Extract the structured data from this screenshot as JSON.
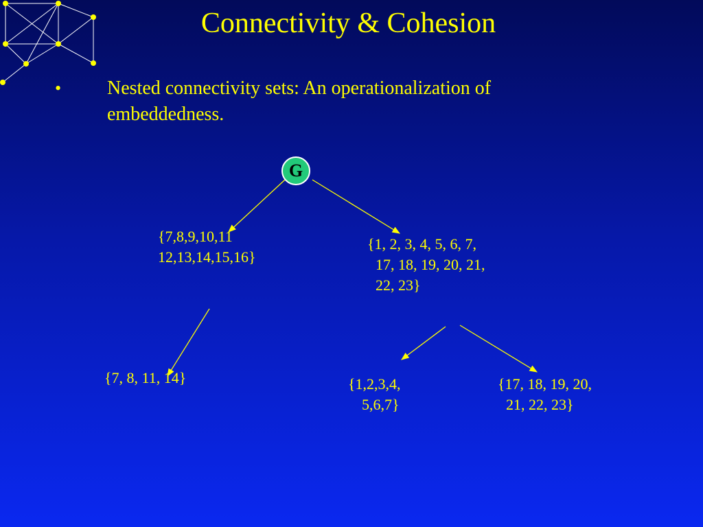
{
  "slide": {
    "title": "Connectivity & Cohesion",
    "bullet_symbol": "•",
    "bullet_text": "Nested connectivity sets: An operationalization of embeddedness."
  },
  "tree": {
    "root": "G",
    "nodes": {
      "left": [
        "{7,8,9,10,11",
        "12,13,14,15,16}"
      ],
      "right": [
        "{1, 2, 3, 4, 5, 6, 7,",
        "17, 18, 19, 20, 21,",
        "22, 23}"
      ],
      "left_child": [
        "{7, 8, 11, 14}"
      ],
      "right_child_a": [
        "{1,2,3,4,",
        "5,6,7}"
      ],
      "right_child_b": [
        "{17, 18, 19, 20,",
        "21, 22, 23}"
      ]
    },
    "edges": [
      [
        "root",
        "left"
      ],
      [
        "root",
        "right"
      ],
      [
        "left",
        "left_child"
      ],
      [
        "right",
        "right_child_a"
      ],
      [
        "right",
        "right_child_b"
      ]
    ]
  },
  "colors": {
    "text": "#ffff00",
    "root_fill": "#22c97a",
    "logo_node": "#ffff00",
    "logo_edge": "#ffffff"
  }
}
